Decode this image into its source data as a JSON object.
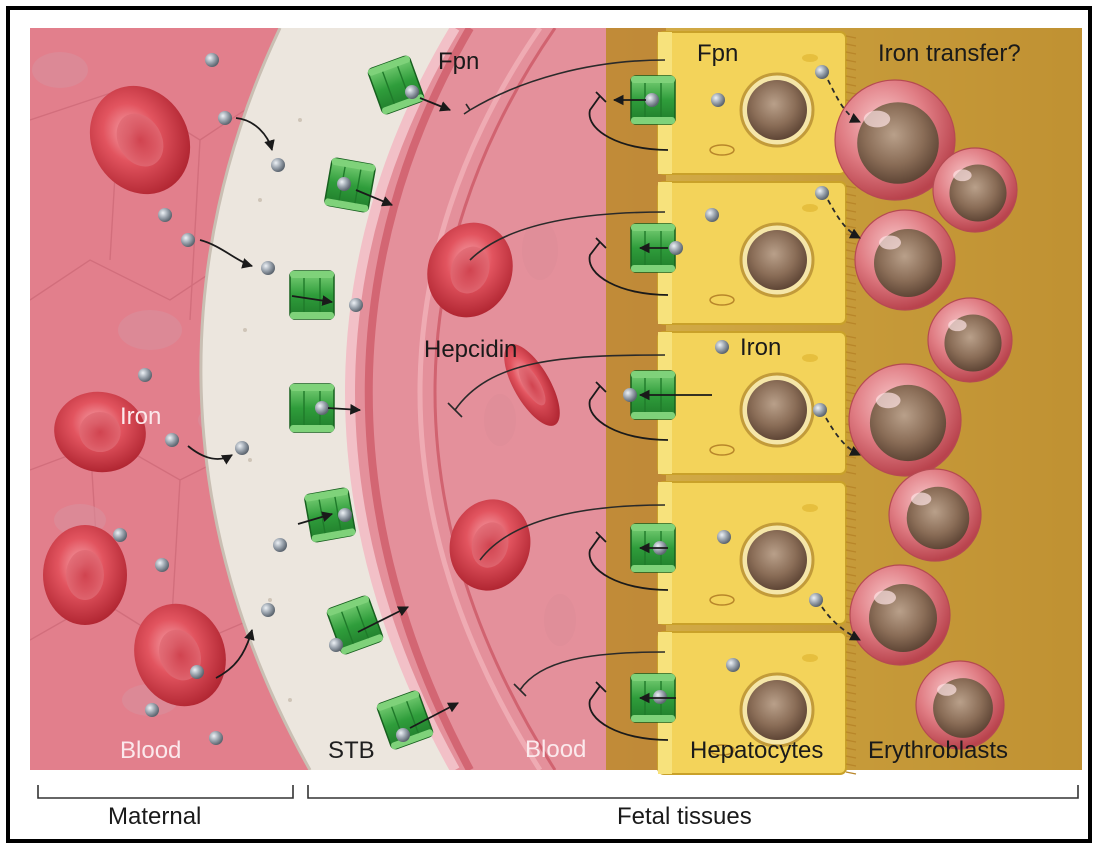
{
  "labels": {
    "fpn_top_left": "Fpn",
    "fpn_top_right": "Fpn",
    "iron_transfer": "Iron transfer?",
    "hepcidin": "Hepcidin",
    "iron_fetal": "Iron",
    "iron_maternal": "Iron",
    "blood_maternal": "Blood",
    "stb": "STB",
    "blood_fetal": "Blood",
    "hepatocytes": "Hepatocytes",
    "erythroblasts": "Erythroblasts"
  },
  "brackets": {
    "maternal": "Maternal",
    "fetal": "Fetal tissues"
  },
  "colors": {
    "maternal_tissue": "#e27f8c",
    "placenta_membrane": "#ece6de",
    "fetal_tissue": "#e4909b",
    "hepatocyte": "#f3d35a",
    "liver_background": "#c89a32",
    "ferroportin": "#3cb04a",
    "iron_particle": "#9aa3ad",
    "red_cell": "#d9424f"
  }
}
